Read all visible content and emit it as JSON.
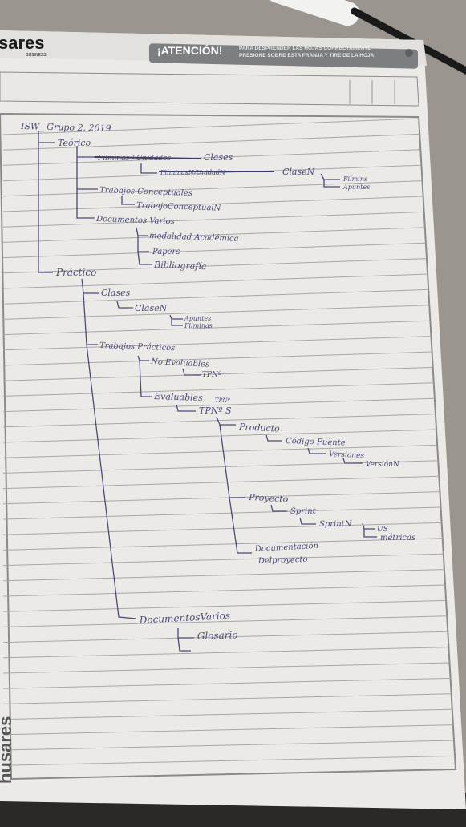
{
  "header": {
    "brand": "sares",
    "brand_sub": "BUSINESS",
    "atencion": "¡ATENCIÓN!",
    "notice_line1": "PARA DESPRENDER LAS HOJAS CORRECTAMENTE",
    "notice_line2": "PRESIONE SOBRE ESTA FRANJA Y TIRE DE LA HOJA",
    "side_brand": "husares"
  },
  "notes": {
    "heading": "ISW_ Grupo 2. 2019",
    "l_teorico": "Teórico",
    "l_filminas_struck": "Filminas / Unidades",
    "l_clases": "Clases",
    "l_filminas_unidad_struck": "FilminasN/UnidadN",
    "l_clasen": "ClaseN",
    "l_filmins": "Filmins",
    "l_apuntes": "Apuntes",
    "l_trabajos_conc": "Trabajos Conceptuales",
    "l_trabajo_conc_n": "TrabajoConceptualN",
    "l_doc_varios": "Documentos Varios",
    "l_modalidad": "modalidad Académica",
    "l_papers": "Papers",
    "l_bibliografia": "Bibliografía",
    "l_practico": "Práctico",
    "l_clases2": "Clases",
    "l_clasen2": "ClaseN",
    "l_apuntes2": "Apuntes",
    "l_filminas2": "Filminas",
    "l_trabajos_prac": "Trabajos Prácticos",
    "l_no_evaluables": "No Evaluables",
    "l_tpn": "TPNº",
    "l_evaluables": "Evaluables",
    "l_tpn_small": "TPNº",
    "l_tpn_s": "TPNº S",
    "l_producto": "Producto",
    "l_codigo_fuente": "Código Fuente",
    "l_versiones": "Versiones",
    "l_version_n": "VersiónN",
    "l_proyecto": "Proyecto",
    "l_sprint": "Sprint",
    "l_sprint_n": "SprintN",
    "l_us": "US",
    "l_metricas": "métricas",
    "l_doc_proyecto_1": "Documentación",
    "l_doc_proyecto_2": "Delproyecto",
    "l_doc_varios2": "DocumentosVarios",
    "l_glosario": "Glosario"
  }
}
